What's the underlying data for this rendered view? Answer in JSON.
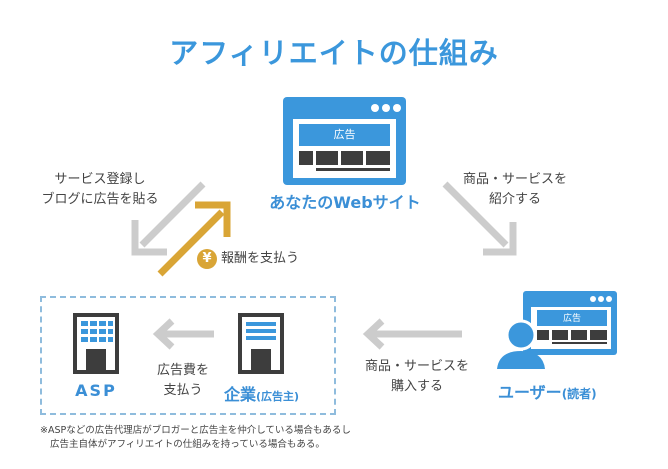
{
  "title": "アフィリエイトの仕組み",
  "colors": {
    "blue": "#3b97dc",
    "dark": "#3d3d3d",
    "gold": "#d9a536",
    "gray_arrow": "#cccccc",
    "dashed": "#8fbcdd"
  },
  "website": {
    "label": "あなたのWebサイト",
    "ad_label": "広告",
    "icon": "browser-window-icon"
  },
  "left_flow": {
    "register_text_line1": "サービス登録し",
    "register_text_line2": "ブログに広告を貼る",
    "reward_icon": "yen-coin-icon",
    "reward_symbol": "¥",
    "reward_text": "報酬を支払う"
  },
  "right_flow": {
    "introduce_text_line1": "商品・サービスを",
    "introduce_text_line2": "紹介する"
  },
  "purchase_flow": {
    "text_line1": "商品・サービスを",
    "text_line2": "購入する"
  },
  "asp": {
    "label": "ASP",
    "icon": "office-building-icon"
  },
  "fee_flow": {
    "text_line1": "広告費を",
    "text_line2": "支払う"
  },
  "company": {
    "label": "企業",
    "sub_label": "(広告主)",
    "icon": "company-building-icon"
  },
  "user": {
    "label": "ユーザー",
    "sub_label": "(読者)",
    "ad_label": "広告",
    "icon": "user-with-browser-icon"
  },
  "note": {
    "line1": "※ASPなどの広告代理店がブロガーと広告主を仲介している場合もあるし",
    "line2": "広告主自体がアフィリエイトの仕組みを持っている場合もある。"
  }
}
